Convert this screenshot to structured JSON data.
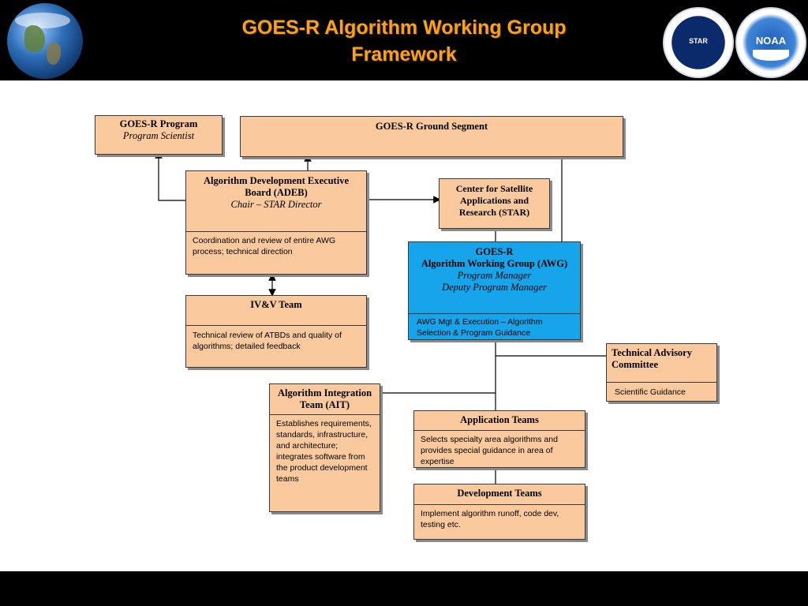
{
  "title": {
    "line1": "GOES-R Algorithm Working Group",
    "line2": "Framework"
  },
  "logos": {
    "star": "STAR",
    "noaa": "NOAA"
  },
  "boxes": {
    "program": {
      "title": "GOES-R Program",
      "subtitle": "Program Scientist"
    },
    "ground": {
      "title": "GOES-R Ground Segment"
    },
    "adeb": {
      "title": "Algorithm Development Executive Board (ADEB)",
      "subtitle": "Chair – STAR Director",
      "body": "Coordination and review of entire AWG process; technical direction"
    },
    "star": {
      "title": "Center for Satellite Applications and Research (STAR)"
    },
    "awg": {
      "line1": "GOES-R",
      "line2": "Algorithm Working Group (AWG)",
      "sub1": "Program Manager",
      "sub2": "Deputy Program Manager",
      "body": "AWG Mgt & Execution – Algorithm Selection & Program Guidance"
    },
    "ivv": {
      "title": "IV&V Team",
      "body": "Technical review of ATBDs and quality of algorithms; detailed feedback"
    },
    "tac": {
      "title": "Technical Advisory Committee",
      "body": "Scientific Guidance"
    },
    "ait": {
      "title": "Algorithm Integration Team (AIT)",
      "body": "Establishes requirements, standards, infrastructure, and architecture; integrates software from the product development teams"
    },
    "app": {
      "title": "Application Teams",
      "body": "Selects specialty area algorithms and provides special guidance in area of expertise"
    },
    "dev": {
      "title": "Development Teams",
      "body": "Implement algorithm runoff, code dev, testing etc."
    }
  },
  "colors": {
    "box": "#fac99e",
    "awg": "#16a4eb",
    "title": "#f7a21b",
    "header": "#000000"
  }
}
